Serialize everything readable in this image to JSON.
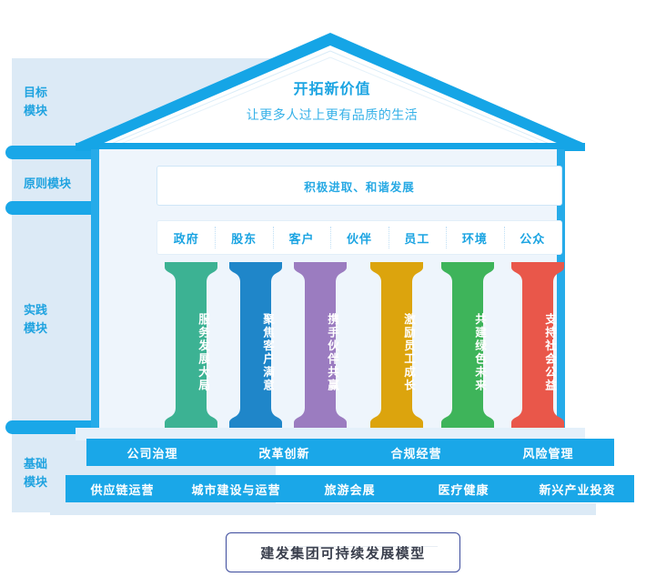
{
  "diagram": {
    "caption": "建发集团可持续发展模型",
    "modules": [
      {
        "name": "goal-module",
        "lines": [
          "目标",
          "模块"
        ]
      },
      {
        "name": "principle-module",
        "lines": [
          "原则模块"
        ]
      },
      {
        "name": "practice-module",
        "lines": [
          "实践",
          "模块"
        ]
      },
      {
        "name": "foundation-module",
        "lines": [
          "基础",
          "模块"
        ]
      }
    ],
    "roof": {
      "title": "开拓新价值",
      "subtitle": "让更多人过上更有品质的生活"
    },
    "principles": {
      "text": "积极进取、和谐发展"
    },
    "stakeholders": [
      "政府",
      "股东",
      "客户",
      "伙伴",
      "员工",
      "环境",
      "公众"
    ],
    "pillars": [
      {
        "label": "服务发展大局",
        "color": "#3cb293"
      },
      {
        "label": "聚焦客户满意",
        "color": "#1f86c9"
      },
      {
        "label": "携手伙伴共赢",
        "color": "#9b7cc0"
      },
      {
        "label": "激励员工成长",
        "color": "#dca40d"
      },
      {
        "label": "共建绿色未来",
        "color": "#3eb45a"
      },
      {
        "label": "支持社会公益",
        "color": "#e9574a"
      }
    ],
    "foundation_row_1": [
      "公司治理",
      "改革创新",
      "合规经营",
      "风险管理"
    ],
    "foundation_row_2": [
      "供应链运营",
      "城市建设与运营",
      "旅游会展",
      "医疗健康",
      "新兴产业投资"
    ],
    "colors": {
      "accent": "#1aa7e8",
      "panel": "#dceaf6",
      "wall": "#eef5fc",
      "caption_border": "#3b4a9c"
    }
  }
}
